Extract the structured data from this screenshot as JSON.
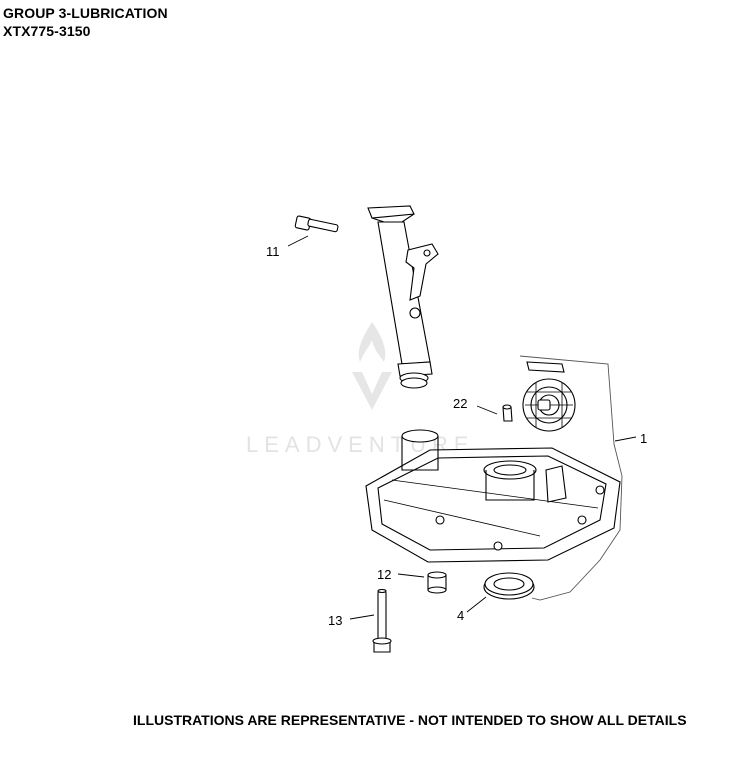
{
  "header": {
    "title": "GROUP 3-LUBRICATION",
    "model": "XTX775-3150"
  },
  "footer": {
    "note": "ILLUSTRATIONS ARE REPRESENTATIVE - NOT INTENDED TO SHOW ALL DETAILS"
  },
  "watermark": {
    "text": "LEADVENTURE"
  },
  "parts": [
    {
      "label": "11"
    },
    {
      "label": "22"
    },
    {
      "label": "1"
    },
    {
      "label": "12"
    },
    {
      "label": "4"
    },
    {
      "label": "13"
    }
  ],
  "colors": {
    "line": "#000000",
    "leader": "#555555",
    "watermark": "#e3e3e3"
  }
}
